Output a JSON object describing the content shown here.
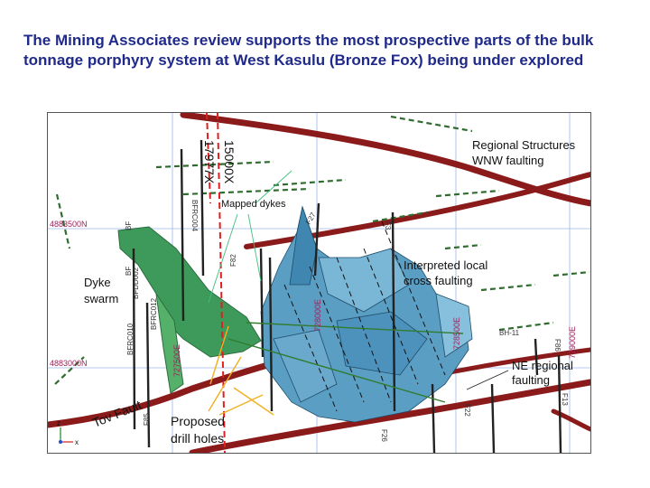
{
  "slide": {
    "title": "The Mining Associates review supports the most prospective parts of the bulk tonnage porphyry system at West Kasulu (Bronze Fox) being under explored"
  },
  "map": {
    "section_labels": [
      "15000X",
      "17977X"
    ],
    "annotations": {
      "regional_structures": "Regional Structures",
      "wnw_faulting": "WNW faulting",
      "mapped_dykes": "Mapped dykes",
      "interpreted_local": "Interpreted local",
      "cross_faulting": "cross faulting",
      "dyke": "Dyke",
      "swarm": "swarm",
      "ne_regional": "NE regional",
      "faulting": "faulting",
      "tov_fault": "Tov Fault",
      "proposed": "Proposed",
      "drill_holes": "drill holes"
    },
    "grid_labels": {
      "northing_top": "4883500N",
      "northing_mid": "4883000N",
      "easting_1": "727500E",
      "easting_2": "728000E",
      "easting_3": "728500E",
      "easting_4": "729000E"
    },
    "drill_hole_labels": {
      "bfrc010": "BFRC010",
      "bfrc012": "BFRC012",
      "bfdd002": "BFDD002",
      "bf_a": "BF",
      "bf_b": "BF",
      "bfrc004": "BFRC004",
      "f85": "F85",
      "f82": "F82",
      "f27": "F27",
      "bh11": "BH-11",
      "f86": "F86",
      "f13": "F13",
      "f22": "F22",
      "f26": "F26",
      "f3": "F3"
    },
    "axis": {
      "z": "z",
      "x": "x"
    },
    "colors": {
      "title": "#1f2a8a",
      "regional_fault": "#8b1a1a",
      "dyke_model": "#3e9a5a",
      "orebody_model": "#5b9ec4",
      "mapped_dykes": "#2f7d2f",
      "grid": "#9fb6e8",
      "section_line": "#e02020",
      "proposed_holes": "#f0b020",
      "grid_label": "#a0205a"
    }
  }
}
